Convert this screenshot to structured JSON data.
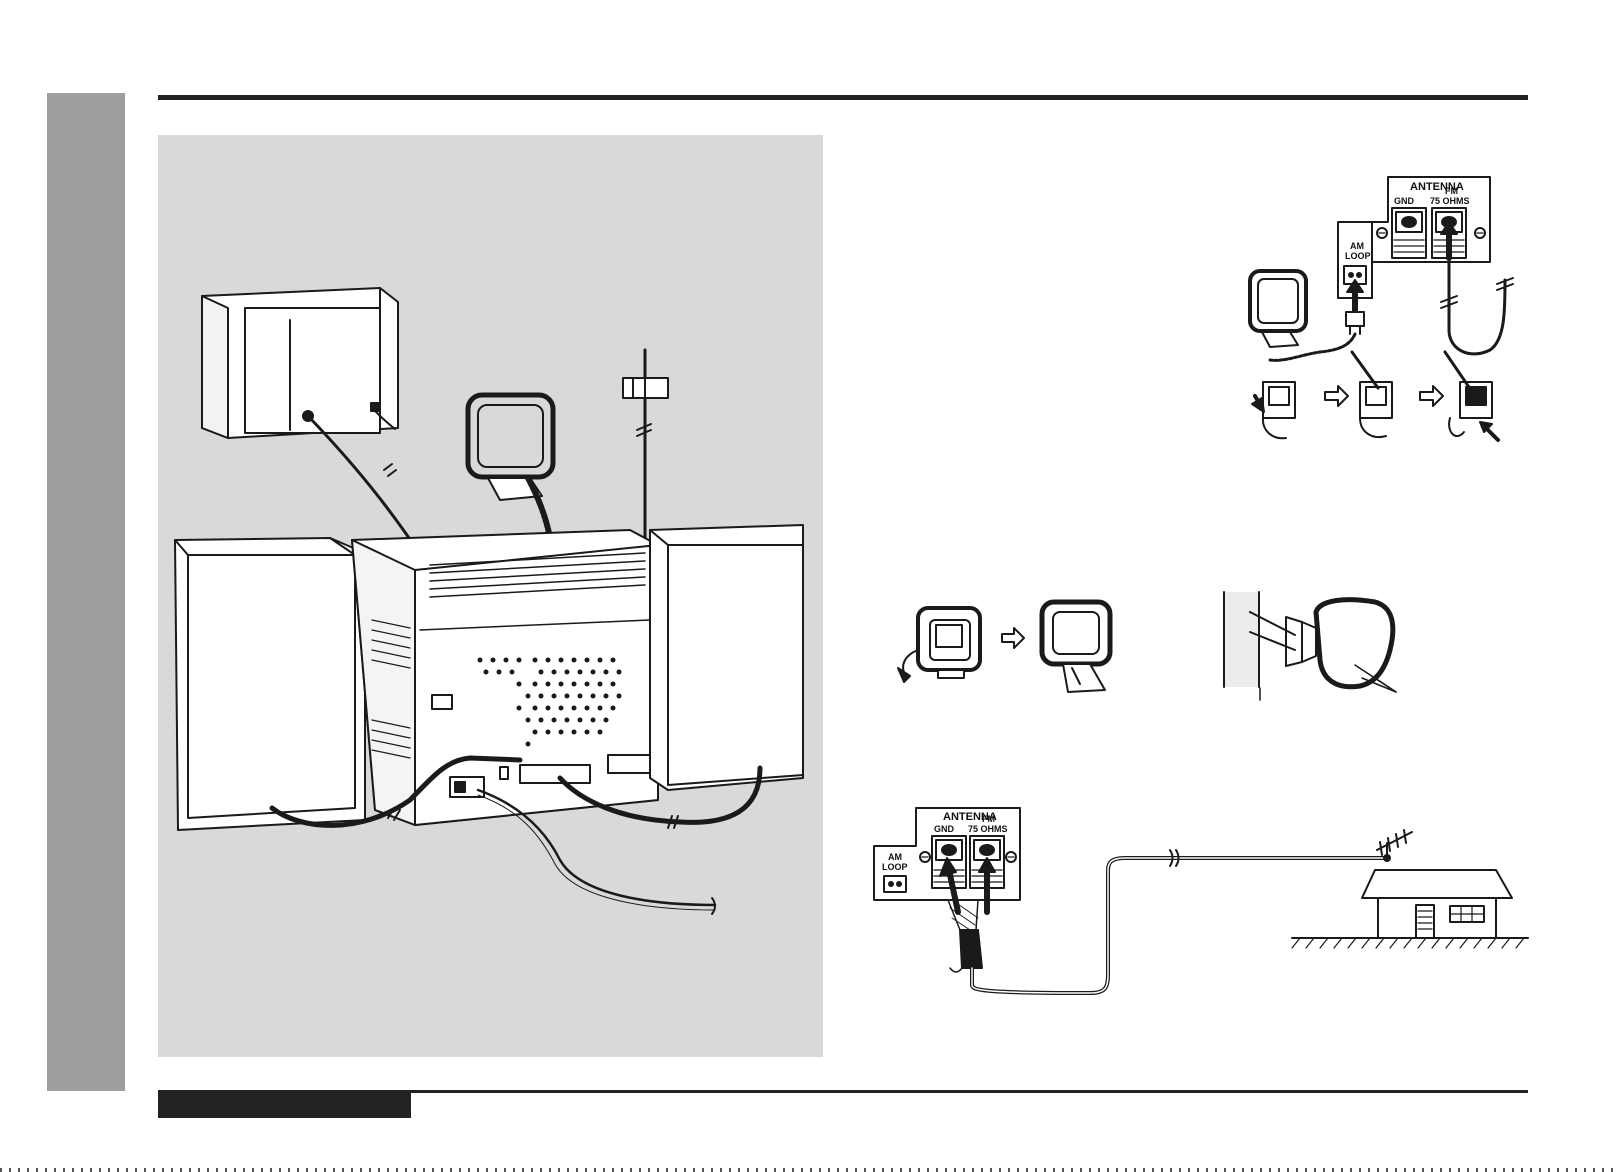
{
  "terminal_panel_top": {
    "heading": "ANTENNA",
    "am_loop_label_1": "AM",
    "am_loop_label_2": "LOOP",
    "gnd_label": "GND",
    "fm_label_1": "FM",
    "fm_label_2": "75 OHMS"
  },
  "terminal_panel_bottom": {
    "heading": "ANTENNA",
    "am_loop_label_1": "AM",
    "am_loop_label_2": "LOOP",
    "gnd_label": "GND",
    "fm_label_1": "FM",
    "fm_label_2": "75 OHMS"
  },
  "colors": {
    "side_tab": "#9e9e9e",
    "panel_background": "#d9d9d9",
    "line_art": "#1a1a1a"
  }
}
